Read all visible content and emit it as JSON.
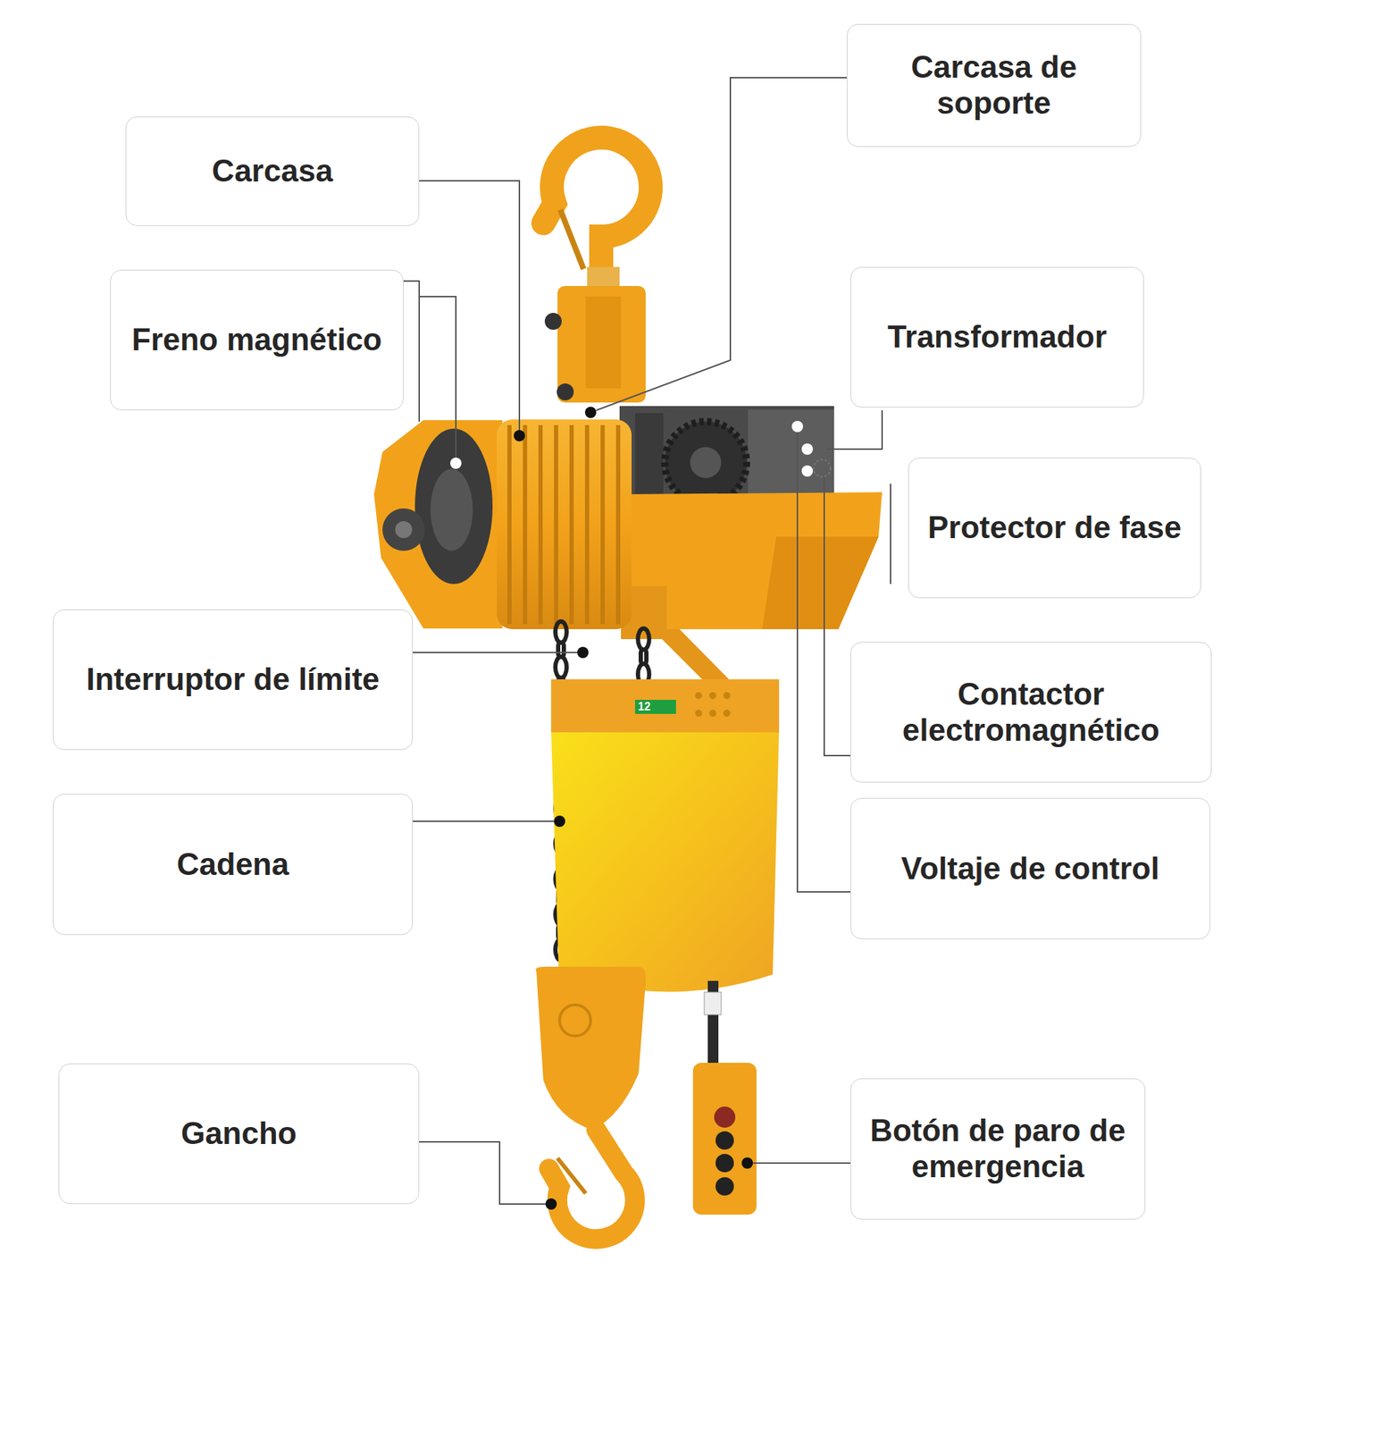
{
  "diagram": {
    "nodes": [
      {
        "text": [
          "Carcasa"
        ]
      },
      {
        "text": [
          "Freno magnético"
        ]
      },
      {
        "text": [
          "Interruptor de límite"
        ]
      },
      {
        "text": [
          "Cadena"
        ]
      },
      {
        "text": [
          "Gancho"
        ]
      },
      {
        "text": [
          "Carcasa de soporte"
        ]
      },
      {
        "text": [
          "Transformador"
        ]
      },
      {
        "text": [
          "Protector de fase"
        ]
      },
      {
        "text": [
          "Contactor electromagnético"
        ]
      },
      {
        "text": [
          "Voltaje de control"
        ]
      },
      {
        "text": [
          "Botón de paro de emergencia"
        ]
      }
    ],
    "labels": [
      "12"
    ]
  }
}
